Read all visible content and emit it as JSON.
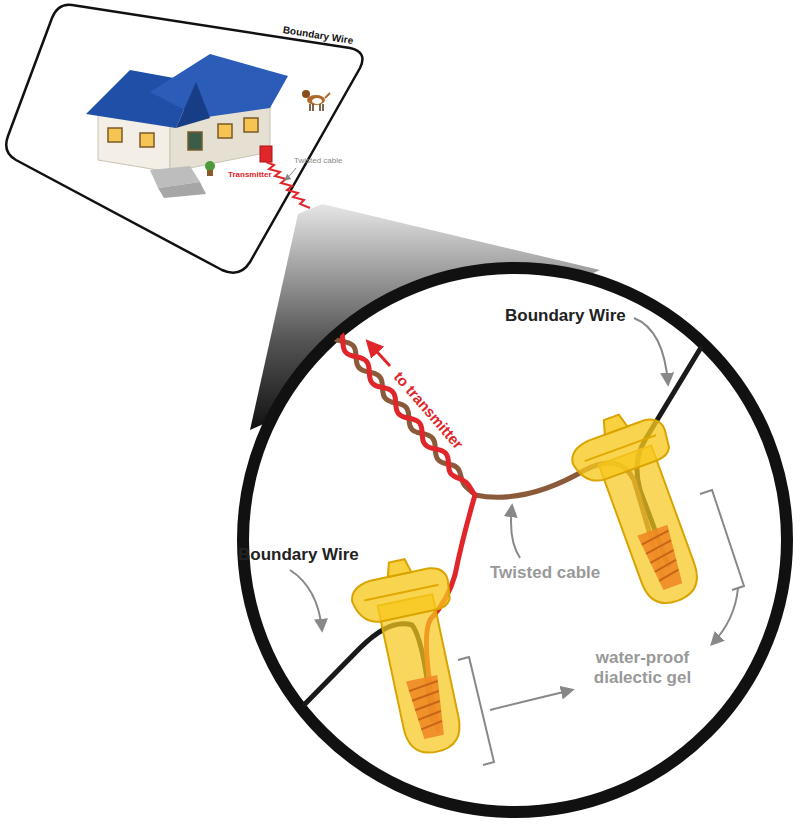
{
  "diagram": {
    "labels": [
      "Boundary Wire",
      "Twisted cable",
      "Transmitter",
      "to transmitter",
      "Boundary Wire",
      "Twisted cable",
      "Boundary Wire",
      "water-proof dialectic gel"
    ]
  }
}
